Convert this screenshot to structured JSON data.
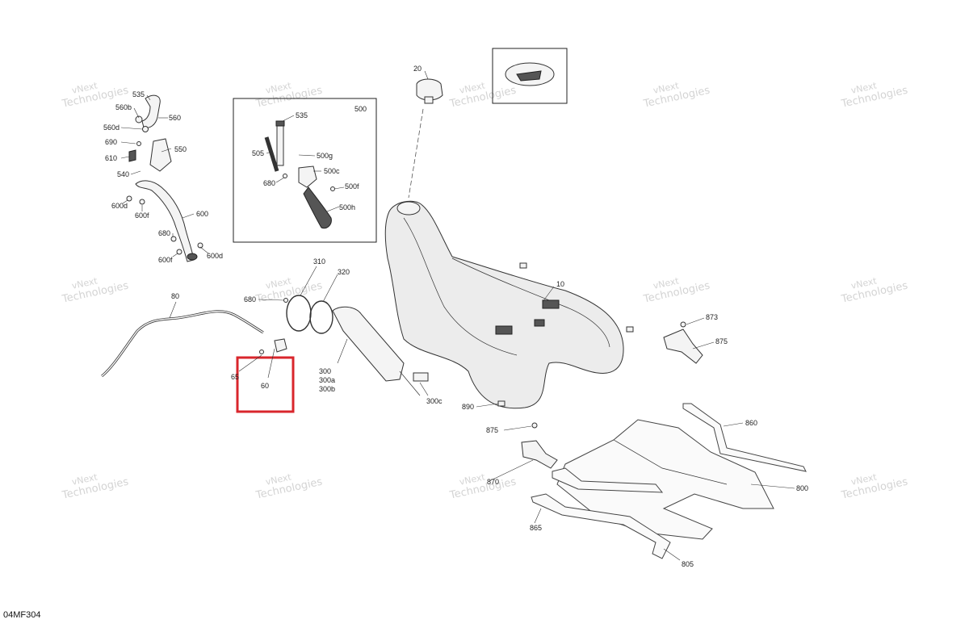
{
  "diagram": {
    "code": "04MF304",
    "watermark": {
      "line1": "vNext",
      "line2": "Technologies",
      "small": "vNext Technologies"
    },
    "highlight_color": "#d9262c",
    "callouts": {
      "p535a": "535",
      "p560b": "560b",
      "p560": "560",
      "p560d": "560d",
      "p690": "690",
      "p550": "550",
      "p610": "610",
      "p540": "540",
      "p600d": "600d",
      "p600f": "600f",
      "p600": "600",
      "p680a": "680",
      "p600f2": "600f",
      "p600d2": "600d",
      "p500": "500",
      "p535b": "535",
      "p505": "505",
      "p500g": "500g",
      "p500c": "500c",
      "p680b": "680",
      "p500f": "500f",
      "p500h": "500h",
      "p20": "20",
      "p10": "10",
      "p310": "310",
      "p320": "320",
      "p680c": "680",
      "p80": "80",
      "p65": "65",
      "p60": "60",
      "p300": "300",
      "p300a": "300a",
      "p300b": "300b",
      "p300c": "300c",
      "p890": "890",
      "p873": "873",
      "p875a": "875",
      "p875b": "875",
      "p860": "860",
      "p870": "870",
      "p800": "800",
      "p865": "865",
      "p805": "805"
    }
  }
}
